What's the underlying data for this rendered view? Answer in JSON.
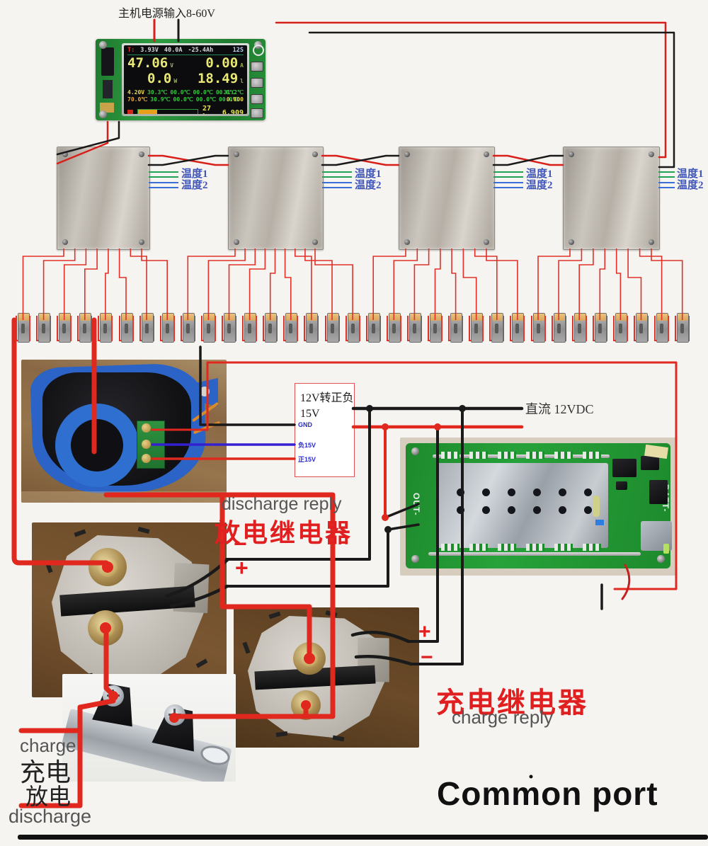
{
  "labels": {
    "power_input": "主机电源输入8-60V",
    "temp1": "温度1",
    "temp2": "温度2",
    "dc_12v": "直流  12VDC",
    "discharge_relay_en": "discharge reply",
    "discharge_relay_zh": "放电继电器",
    "discharge_minus": "−",
    "discharge_plus": "+",
    "charge_plus": "+",
    "charge_minus": "−",
    "charge_relay_zh": "充电继电器",
    "charge_relay_en": "charge reply",
    "charge_en": "charge",
    "charge_zh": "充电",
    "discharge_zh": "放电",
    "discharge_en": "discharge",
    "common_port": "Common port"
  },
  "converter_box": {
    "line1": "12V转正负",
    "line2": "15V",
    "pin_gnd": "GND",
    "pin_neg": "负15V",
    "pin_pos": "正15V"
  },
  "pcb": {
    "out_label": "OUT-",
    "batt_label": "BATT-"
  },
  "display": {
    "status": {
      "t": "T:",
      "cell_v": "3.93V",
      "current": "40.0A",
      "capacity": "-25.4Ah",
      "series": "12S"
    },
    "voltage": "47.06",
    "voltage_unit": "V",
    "amps": "0.00",
    "amps_unit": "A",
    "watts": "0.0",
    "watts_unit": "W",
    "energy": "18.49",
    "energy_unit": "l",
    "row1": [
      "4.20V",
      "30.3℃",
      "00.0℃",
      "00.0℃",
      "00.0℃"
    ],
    "row1_right": "31.2℃",
    "row2": [
      "70.0℃",
      "30.9℃",
      "00.0℃",
      "00.0℃",
      "00.0℃"
    ],
    "row2_right": "0.000",
    "soc": "27 %",
    "bottom_right": "6.909"
  },
  "plate_count": 4,
  "terminal_count": 33,
  "colors": {
    "wire_red": "#e0281e",
    "wire_black": "#1a1a1a",
    "wire_blue": "#3420d0",
    "temp1_green": "#1fa254",
    "temp2_blue": "#3a6fd8",
    "annotation_red": "#e02020"
  }
}
